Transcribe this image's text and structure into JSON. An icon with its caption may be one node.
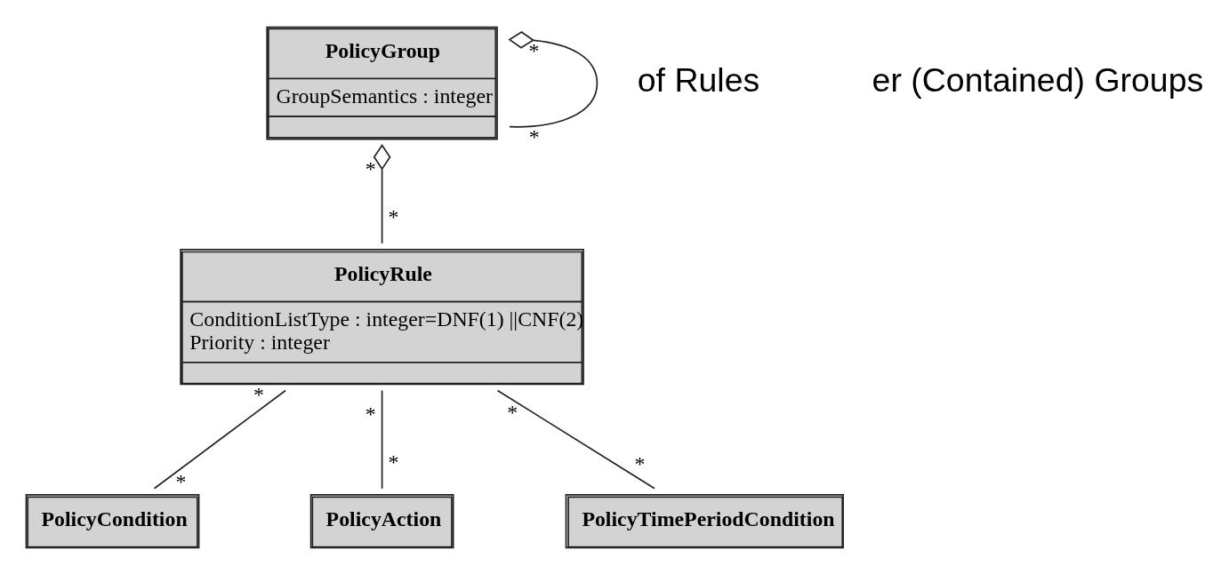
{
  "diagram": {
    "nodes": [
      {
        "text": [
          "PolicyGroup",
          "GroupSemantics : integer"
        ]
      },
      {
        "text": [
          "PolicyRule",
          "ConditionListType : integer=DNF(1) ||CNF(2)",
          "Priority : integer"
        ]
      },
      {
        "text": [
          "PolicyCondition"
        ]
      },
      {
        "text": [
          "PolicyAction"
        ]
      },
      {
        "text": [
          "PolicyTimePeriodCondition"
        ]
      }
    ],
    "edges": [
      {
        "from": 0,
        "to": 1,
        "arrow": "other"
      },
      {
        "from": 0,
        "to": 0,
        "arrow": "other"
      },
      {
        "from": 1,
        "to": 2,
        "arrow": "none"
      },
      {
        "from": 1,
        "to": 3,
        "arrow": "none"
      },
      {
        "from": 1,
        "to": 4,
        "arrow": "none"
      }
    ],
    "labels": [
      "of Rules",
      "er (Contained) Groups",
      "*",
      "*",
      "*",
      "*",
      "*",
      "*",
      "*",
      "*",
      "*",
      "*"
    ]
  }
}
